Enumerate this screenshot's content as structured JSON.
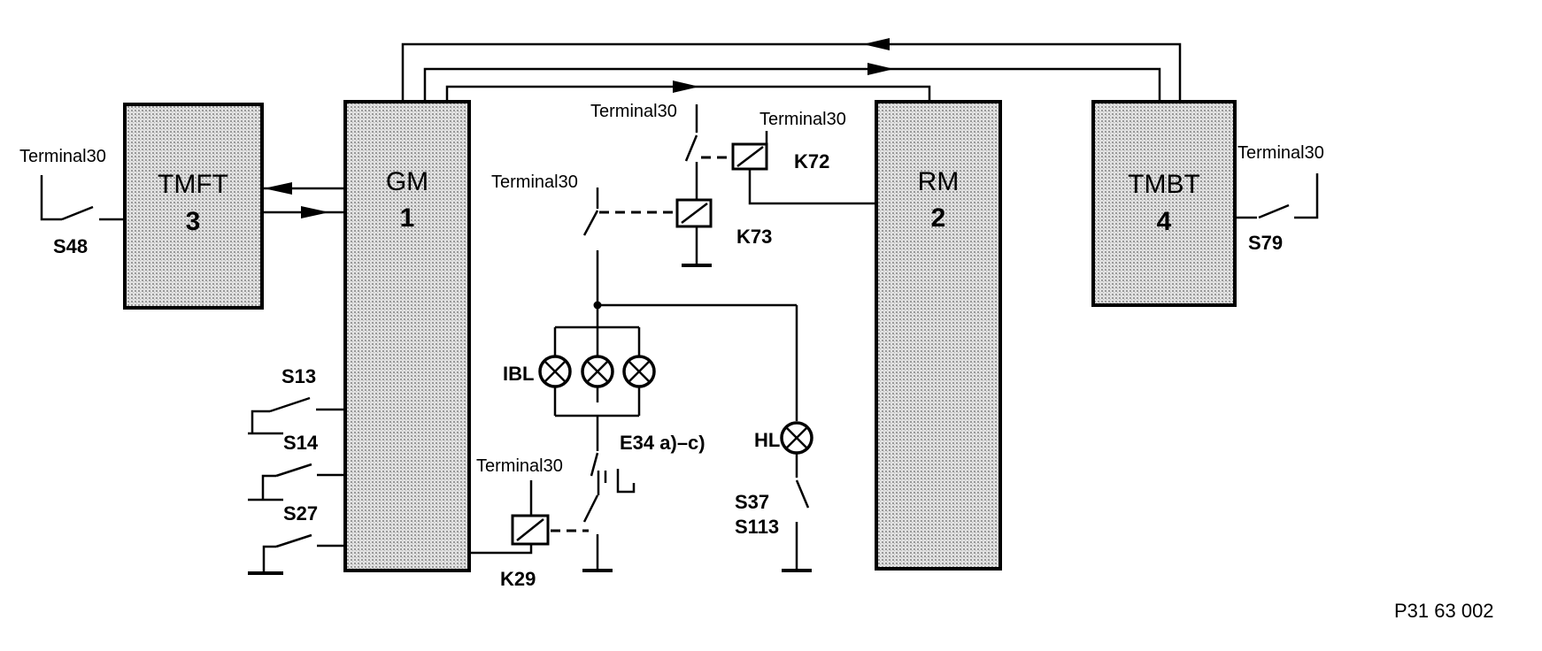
{
  "modules": {
    "gm": {
      "name": "GM",
      "number": "1"
    },
    "rm": {
      "name": "RM",
      "number": "2"
    },
    "tmft": {
      "name": "TMFT",
      "number": "3"
    },
    "tmbt": {
      "name": "TMBT",
      "number": "4"
    }
  },
  "terminal_label": "Terminal30",
  "switches": {
    "s48": "S48",
    "s79": "S79",
    "s13": "S13",
    "s14": "S14",
    "s27": "S27",
    "s37": "S37",
    "s113": "S113"
  },
  "relays": {
    "k72": "K72",
    "k73": "K73",
    "k29": "K29"
  },
  "lamps": {
    "ibl": "IBL",
    "hl": "HL"
  },
  "contact_label": "E34 a)–c)",
  "figure_id": "P31 63 002",
  "colors": {
    "module_fill": "#cfcfcf",
    "line": "#000000"
  }
}
